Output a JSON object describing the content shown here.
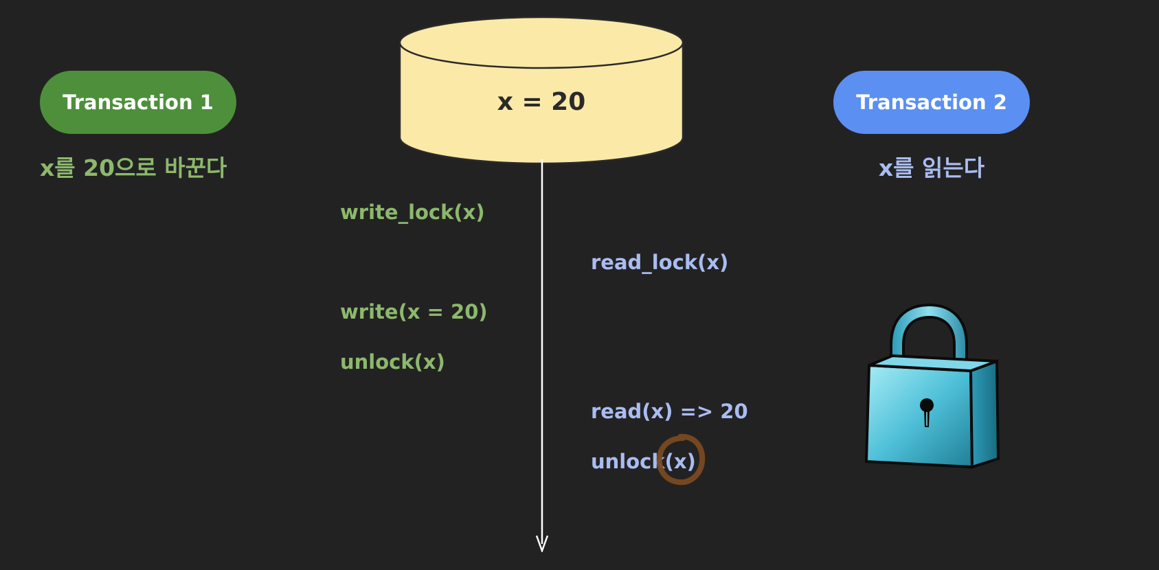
{
  "transaction1": {
    "label": "Transaction 1",
    "description": "x를 20으로 바꾼다",
    "color": "#4e8f3b",
    "text_color": "#8cb96c",
    "operations": [
      "write_lock(x)",
      "write(x = 20)",
      "unlock(x)"
    ]
  },
  "transaction2": {
    "label": "Transaction 2",
    "description": "x를 읽는다",
    "color": "#5b8ff2",
    "text_color": "#a9bdf0",
    "operations": [
      "read_lock(x)",
      "read(x) => 20",
      "unlock(x)"
    ]
  },
  "database": {
    "value": "x = 20",
    "color": "#fbe9a7"
  },
  "icons": {
    "database": "database-cylinder-icon",
    "timeline": "down-arrow-icon",
    "lock": "padlock-icon",
    "annotation": "highlight-circle"
  }
}
